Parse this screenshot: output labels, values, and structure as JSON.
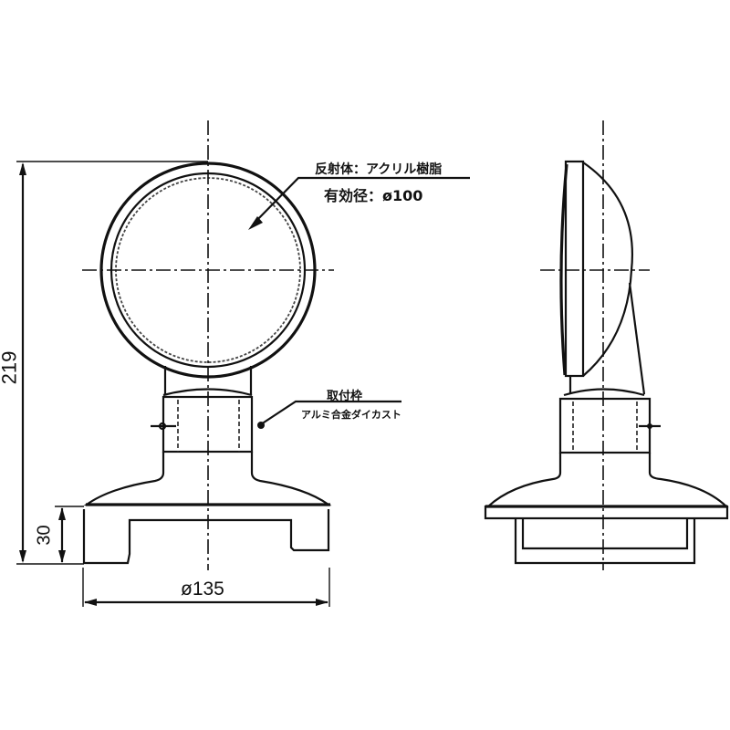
{
  "drawing": {
    "title": "Reflector with mounting base — front and side views",
    "views": [
      "front-view",
      "side-view"
    ]
  },
  "annotations": {
    "reflector_material": "反射体：アクリル樹脂",
    "effective_diameter": "有効径：ø100",
    "mount_label": "取付枠",
    "mount_material": "アルミ合金ダイカスト"
  },
  "dimensions": {
    "total_height": "219",
    "base_height": "30",
    "base_diameter": "ø135"
  },
  "colors": {
    "line": "#111111",
    "background": "#ffffff"
  }
}
